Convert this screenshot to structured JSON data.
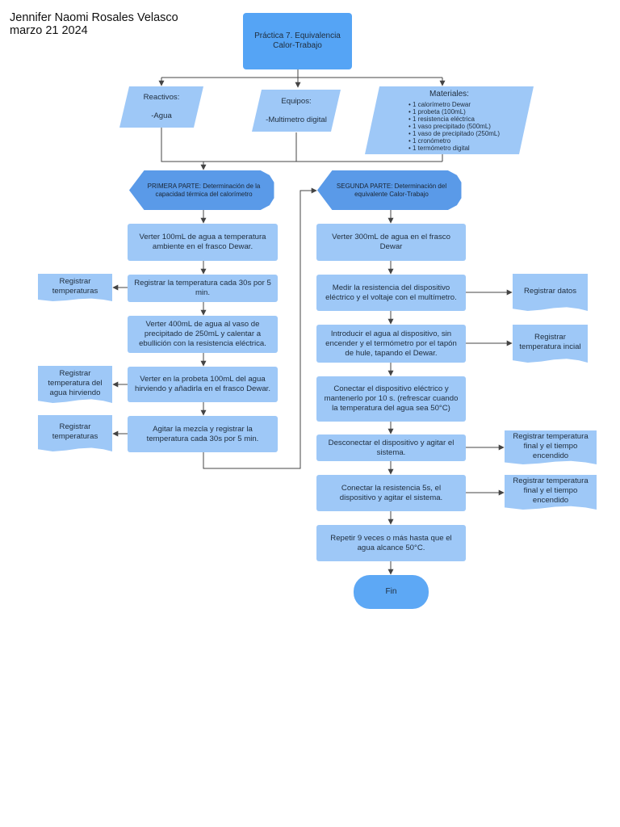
{
  "author": {
    "name": "Jennifer Naomi Rosales Velasco",
    "date": "marzo 21 2024"
  },
  "title": "Práctica 7. Equivalencia Calor-Trabajo",
  "reactivos": {
    "title": "Reactivos:",
    "item": "-Agua"
  },
  "equipos": {
    "title": "Equipos:",
    "item": "-Multimetro digital"
  },
  "materiales": {
    "title": "Materiales:",
    "items": [
      "1 calorímetro Dewar",
      "1 probeta (100mL)",
      "1 resistencia eléctrica",
      "1 vaso precipitado (500mL)",
      "1 vaso de precipitado (250mL)",
      "1 cronómetro",
      "1 termómetro digital"
    ]
  },
  "part1": {
    "header": "PRIMERA PARTE: Determinación de la capacidad térmica del calorímetro",
    "steps": [
      "Verter 100mL de agua a temperatura ambiente en el frasco Dewar.",
      "Registrar la temperatura cada 30s por 5 min.",
      "Verter 400mL de agua al vaso de precipitado de 250mL y calentar a ebullición con la resistencia eléctrica.",
      "Verter en la probeta 100mL del agua hirviendo y añadirla en el frasco Dewar.",
      "Agitar la mezcla y registrar la temperatura cada 30s por 5 min."
    ],
    "docs": [
      "Registrar temperaturas",
      "Registrar temperatura del agua hirviendo",
      "Registrar temperaturas"
    ]
  },
  "part2": {
    "header": "SEGUNDA PARTE: Determinación del equivalente Calor-Trabajo",
    "steps": [
      "Verter 300mL de agua en el frasco Dewar",
      "Medir la resistencia del dispositivo eléctrico y el voltaje con el multímetro.",
      "Introducir el agua al dispositivo, sin encender y el termómetro por el tapón de hule, tapando el Dewar.",
      "Conectar el dispositivo eléctrico y mantenerlo por 10 s. (refrescar cuando la temperatura del agua sea 50°C)",
      "Desconectar el dispositivo y agitar el sistema.",
      "Conectar la resistencia 5s, el dispositivo y agitar el sistema.",
      "Repetir 9 veces o más hasta que el agua alcance 50°C."
    ],
    "docs": [
      "Registrar datos",
      "Registrar temperatura incial",
      "Registrar temperatura final y el tiempo encendido",
      "Registrar temperatura final y el tiempo encendido"
    ],
    "end": "Fin"
  },
  "colors": {
    "box": "#9ec8f7",
    "title": "#55a4f5",
    "display": "#5a9ae8",
    "line": "#444444"
  }
}
